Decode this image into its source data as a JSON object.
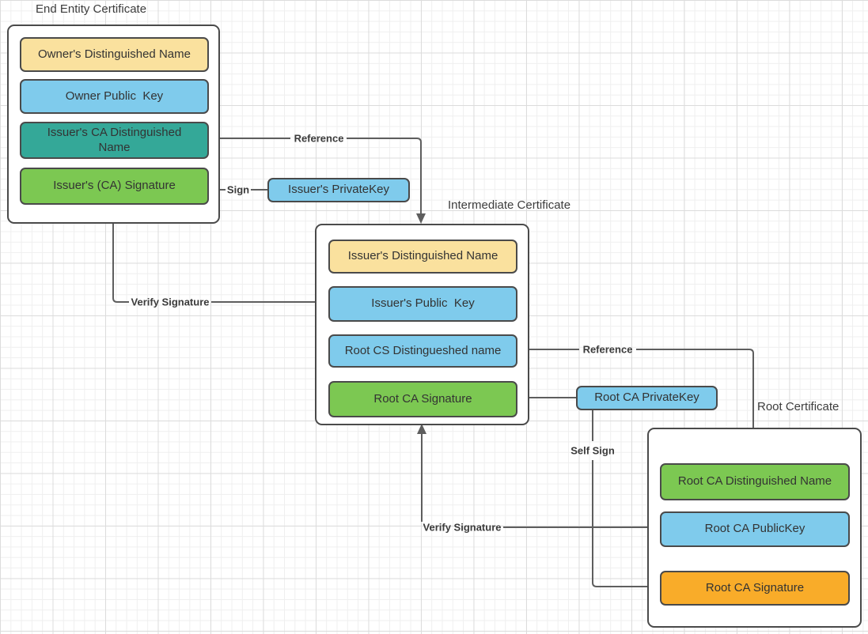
{
  "palette": {
    "yellow": "#FAE19E",
    "blue": "#7FCBEC",
    "teal": "#34A898",
    "green": "#7CC852",
    "orange": "#F9AC29",
    "shape_border": "#4A4A4A",
    "connector": "#5E5E5E",
    "text": "#333333"
  },
  "groups": {
    "end_entity": {
      "title": "End Entity Certificate",
      "fields": [
        {
          "label": "Owner's Distinguished Name",
          "fill": "#FAE19E"
        },
        {
          "label": "Owner Public  Key",
          "fill": "#7FCBEC"
        },
        {
          "label": "Issuer's CA Distinguished\nName",
          "fill": "#34A898"
        },
        {
          "label": "Issuer's (CA) Signature",
          "fill": "#7CC852"
        }
      ]
    },
    "intermediate": {
      "title": "Intermediate Certificate",
      "fields": [
        {
          "label": "Issuer's Distinguished Name",
          "fill": "#FAE19E"
        },
        {
          "label": "Issuer's Public  Key",
          "fill": "#7FCBEC"
        },
        {
          "label": "Root CS Distingueshed name",
          "fill": "#7FCBEC"
        },
        {
          "label": "Root CA Signature",
          "fill": "#7CC852"
        }
      ]
    },
    "root": {
      "title": "Root Certificate",
      "fields": [
        {
          "label": "Root CA Distinguished Name",
          "fill": "#7CC852"
        },
        {
          "label": "Root CA PublicKey",
          "fill": "#7FCBEC"
        },
        {
          "label": "Root CA Signature",
          "fill": "#F9AC29"
        }
      ]
    }
  },
  "keys": {
    "issuer_private_key": {
      "label": "Issuer's PrivateKey",
      "fill": "#7FCBEC"
    },
    "root_private_key": {
      "label": "Root CA PrivateKey",
      "fill": "#7FCBEC"
    }
  },
  "edges": {
    "reference_top": "Reference",
    "sign": "Sign",
    "verify_signature_left": "Verify Signature",
    "reference_right": "Reference",
    "self_sign": "Self Sign",
    "verify_signature_bottom": "Verify Signature"
  }
}
